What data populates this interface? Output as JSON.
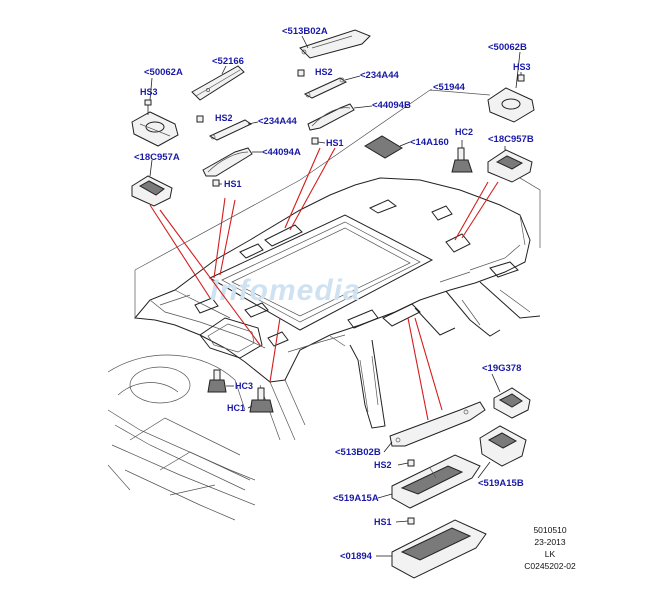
{
  "watermark": "Infomedia",
  "labels": {
    "p513b02a": "<513B02A",
    "p52166": "<52166",
    "p50062a": "<50062A",
    "hs3_left": "HS3",
    "hs2_top": "HS2",
    "p234a44_top": "<234A44",
    "hs2_left": "HS2",
    "p234a44_mid": "<234A44",
    "p44094b": "<44094B",
    "p44094a": "<44094A",
    "hs1_top": "HS1",
    "hs1_left": "HS1",
    "p18c957a": "<18C957A",
    "p14a160": "<14A160",
    "p51944": "<51944",
    "p50062b": "<50062B",
    "hs3_right": "HS3",
    "hc2": "HC2",
    "p18c957b": "<18C957B",
    "hc3": "HC3",
    "hc1": "HC1",
    "p19g378": "<19G378",
    "p513b02b": "<513B02B",
    "hs2_bottom": "HS2",
    "p519a15a": "<519A15A",
    "p519a15b": "<519A15B",
    "hs1_bottom": "HS1",
    "p01894": "<01894"
  },
  "stamp": {
    "line1": "5010510",
    "line2": "23-2013",
    "line3": "LK",
    "line4": "C0245202-02"
  },
  "colors": {
    "label": "#1a1aa8",
    "leader_highlight": "#d21e1e",
    "watermark": "#cfe2f2"
  }
}
